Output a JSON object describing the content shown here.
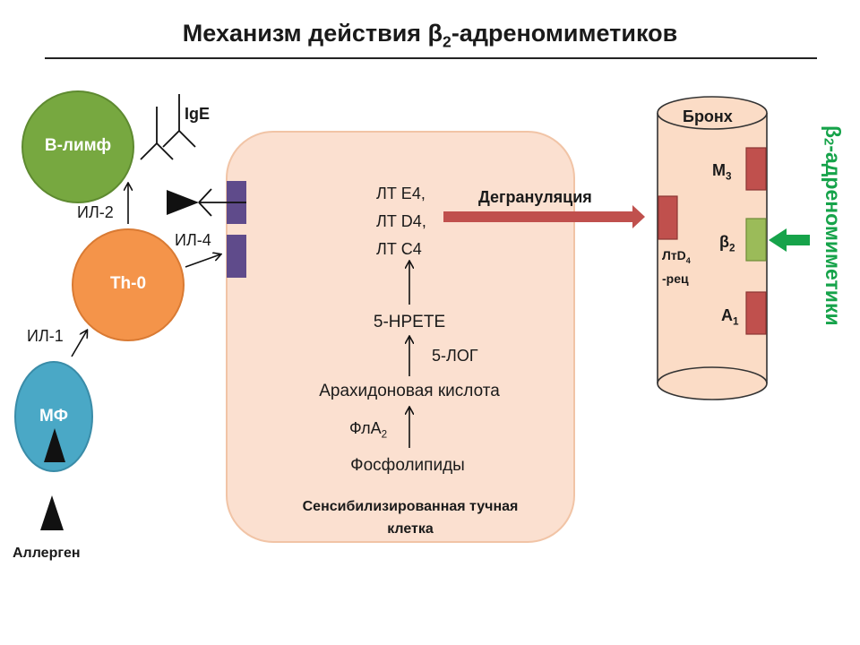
{
  "title": {
    "main": "Механизм действия β",
    "sub": "2",
    "rest": "-адреномиметиков"
  },
  "nodes": {
    "b_lymph": "В-лимф",
    "th0": "Th-0",
    "mf": "МФ"
  },
  "labels": {
    "ige": "IgE",
    "il2": "ИЛ-2",
    "il4": "ИЛ-4",
    "il1": "ИЛ-1",
    "allergen": "Аллерген"
  },
  "mast_cell": {
    "mediators": [
      "ЛТ Е4,",
      "ЛТ D4,",
      "ЛТ С4"
    ],
    "hpete": "5-НРЕТЕ",
    "log": "5-ЛОГ",
    "arachidonic": "Арахидоновая кислота",
    "pla2_main": "ФлА",
    "pla2_sub": "2",
    "phospholipids": "Фосфолипиды",
    "caption": "Сенсибилизированная тучная клетка"
  },
  "degranulation": "Дегрануляция",
  "bronchus": {
    "title": "Бронх",
    "m3_main": "M",
    "m3_sub": "3",
    "b2_main": "β",
    "b2_sub": "2",
    "a1_main": "A",
    "a1_sub": "1",
    "ltd4_main": "ЛтD",
    "ltd4_sub": "4",
    "ltd4_rest": "-рец"
  },
  "drug": {
    "main": "β",
    "sub": "2",
    "rest": "-адреномиметики"
  },
  "colors": {
    "b_lymph": "#77a840",
    "th0": "#f4944a",
    "mf": "#4aa8c6",
    "mast_cell_fill": "#fbe0d0",
    "mast_cell_stroke": "#f1c4a6",
    "bronchus_fill": "#fbdcc6",
    "receptor_red": "#c0504d",
    "receptor_green": "#9bbb59",
    "receptor_purple": "#5f4b8b",
    "drug_green": "#16a34a",
    "arrow_red": "#c0504d"
  }
}
